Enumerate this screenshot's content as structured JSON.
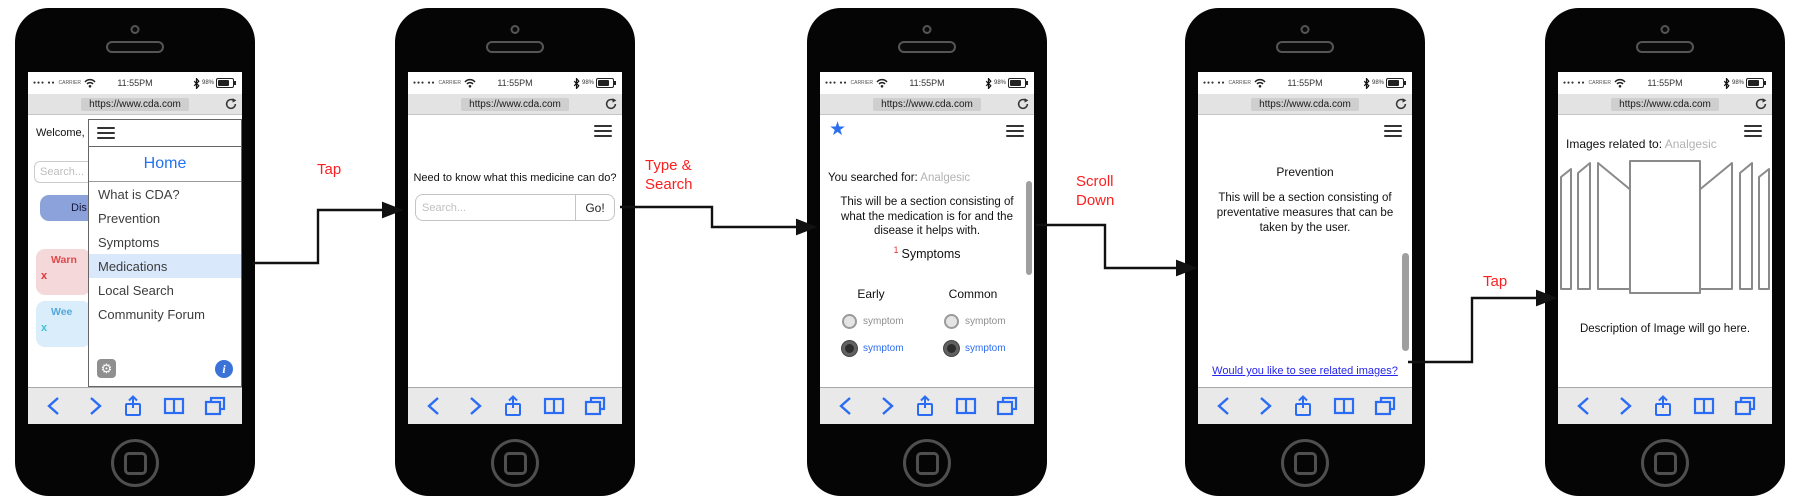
{
  "chrome": {
    "carrier_dots": "●●● ●●",
    "carrier_label": "CARRIER",
    "time": "11:55PM",
    "battery_percent": "98%",
    "url": "https://www.cda.com"
  },
  "annotations": {
    "step1": "Tap",
    "step2_line1": "Type &",
    "step2_line2": "Search",
    "step3_line1": "Scroll",
    "step3_line2": "Down",
    "step4": "Tap"
  },
  "colors": {
    "toolbar_blue": "#2b6cf4",
    "annotation_red": "#fb2020",
    "menu_highlight": "#d9e8fb",
    "link_blue": "#2626ea"
  },
  "phone1": {
    "background": {
      "welcome_text": "Welcome,",
      "search_placeholder": "Search...",
      "dismiss_button": "Dis",
      "warning_card_label": "Warn",
      "warning_card_close": "x",
      "week_card_label": "Wee",
      "week_card_close": "x"
    },
    "menu": {
      "home_label": "Home",
      "items": [
        {
          "label": "What is CDA?",
          "highlighted": false
        },
        {
          "label": "Prevention",
          "highlighted": false
        },
        {
          "label": "Symptoms",
          "highlighted": false
        },
        {
          "label": "Medications",
          "highlighted": true
        },
        {
          "label": "Local Search",
          "highlighted": false
        },
        {
          "label": "Community Forum",
          "highlighted": false
        }
      ]
    }
  },
  "phone2": {
    "prompt": "Need to know what this medicine can do?",
    "search_placeholder": "Search...",
    "go_button": "Go!"
  },
  "phone3": {
    "searched_label": "You searched for:",
    "searched_term": "Analgesic",
    "description": "This will be a section consisting of what the medication is for and the disease it helps with.",
    "section_number": "1",
    "section_title": "Symptoms",
    "columns": [
      {
        "header": "Early",
        "options": [
          {
            "label": "symptom",
            "selected": false
          },
          {
            "label": "symptom",
            "selected": true
          }
        ]
      },
      {
        "header": "Common",
        "options": [
          {
            "label": "symptom",
            "selected": false
          },
          {
            "label": "symptom",
            "selected": true
          }
        ]
      }
    ]
  },
  "phone4": {
    "title": "Prevention",
    "description": "This will be a section consisting of preventative measures that can be taken by the user.",
    "related_images_link": "Would you like to see related images?"
  },
  "phone5": {
    "title_label": "Images related to:",
    "title_term": "Analgesic",
    "image_caption": "Description of Image will go here."
  }
}
